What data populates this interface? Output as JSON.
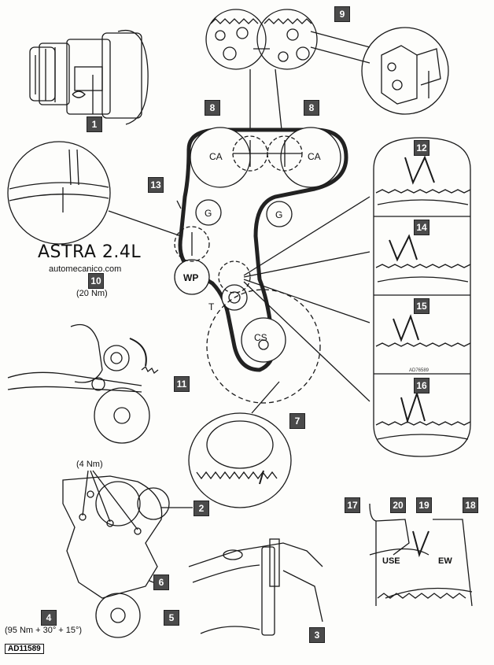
{
  "title": "ASTRA 2.4L",
  "subtitle": "automecanico.com",
  "figure_code": "AD11589",
  "inset_code": "AD76589",
  "pulleys": {
    "camshaft_left": "CA",
    "camshaft_right": "CA",
    "idler_left": "G",
    "idler_right": "G",
    "water_pump": "WP",
    "tensioner": "T",
    "crankshaft": "CS"
  },
  "torques": {
    "tensioner": "(20 Nm)",
    "cover_bolts": "(4 Nm)",
    "idler_bolt": "(95 Nm + 30° + 15°)"
  },
  "tool_marks": {
    "used": "USE",
    "new": "EW"
  },
  "callouts": [
    "1",
    "2",
    "3",
    "4",
    "5",
    "6",
    "7",
    "8",
    "8",
    "9",
    "10",
    "11",
    "12",
    "13",
    "14",
    "15",
    "16",
    "17",
    "18",
    "19",
    "20"
  ]
}
